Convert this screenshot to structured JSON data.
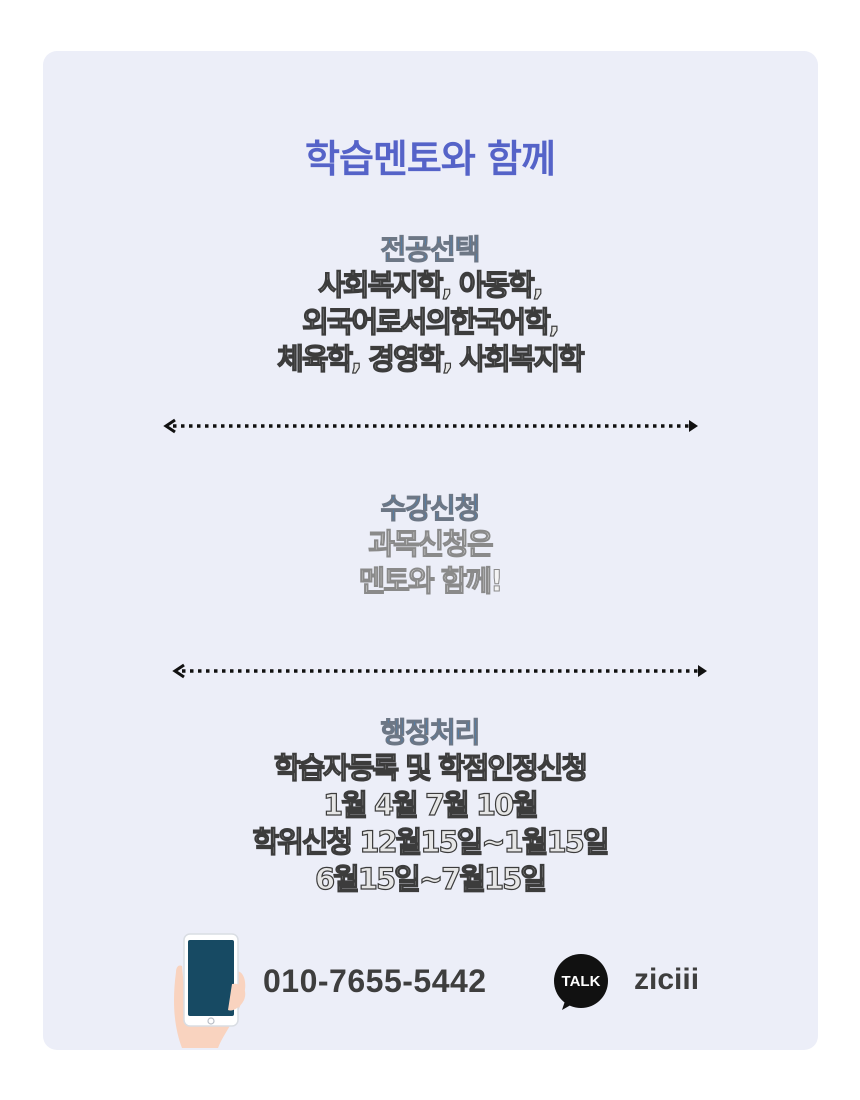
{
  "title": "학습멘토와 함께",
  "sections": [
    {
      "heading": "전공선택",
      "lines": [
        "사회복지학, 아동학,",
        "외국어로서의한국어학,",
        "체육학, 경영학, 사회복지학"
      ]
    },
    {
      "heading": "수강신청",
      "lines": [
        "과목신청은",
        "멘토와 함께!"
      ]
    },
    {
      "heading": "행정처리",
      "lines": [
        "학습자등록 및 학점인정신청",
        "1월 4월 7월 10월",
        "학위신청 12월15일~1월15일",
        "6월15일~7월15일"
      ]
    }
  ],
  "footer": {
    "phone": "010-7655-5442",
    "talk_badge": "TALK",
    "kakao_id": "ziciii",
    "icons": [
      "phone-in-hand-icon",
      "kakao-talk-icon"
    ]
  },
  "colors": {
    "title": "#5563c8",
    "heading": "#2f86d6",
    "card_background": "#eceef8"
  }
}
